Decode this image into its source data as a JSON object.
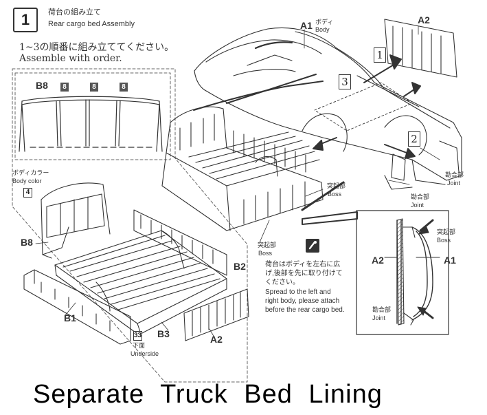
{
  "step": {
    "number": "1",
    "title_jp": "荷台の組み立て",
    "title_en": "Rear cargo bed Assembly"
  },
  "instruction": {
    "jp": "1~3の順番に組み立ててください。",
    "en": "Assemble with order."
  },
  "parts": {
    "a1_code": "A1",
    "a1_jp": "ボディ",
    "a1_en": "Body",
    "a2_code": "A2",
    "b1_code": "B1",
    "b2_code": "B2",
    "b3_code": "B3",
    "b8_code": "B8",
    "b8_paint_number": "8",
    "body_color_jp": "ボディカラー",
    "body_color_en": "Body color",
    "body_color_number": "4",
    "underside_number": "33",
    "underside_jp": "下面",
    "underside_en": "Underside"
  },
  "callouts": {
    "boss_jp": "突起部",
    "boss_en": "Boss",
    "joint_jp": "勘合部",
    "joint_en": "Joint"
  },
  "order_steps": [
    "1",
    "2",
    "3"
  ],
  "note": {
    "jp_line1": "荷台はボディを左右に広",
    "jp_line2": "げ,後部を先に取り付けて",
    "jp_line3": "ください。",
    "en_line1": "Spread to the left and",
    "en_line2": "right body, please attach",
    "en_line3": "before the rear cargo bed."
  },
  "caption": "Separate Truck Bed Lining"
}
